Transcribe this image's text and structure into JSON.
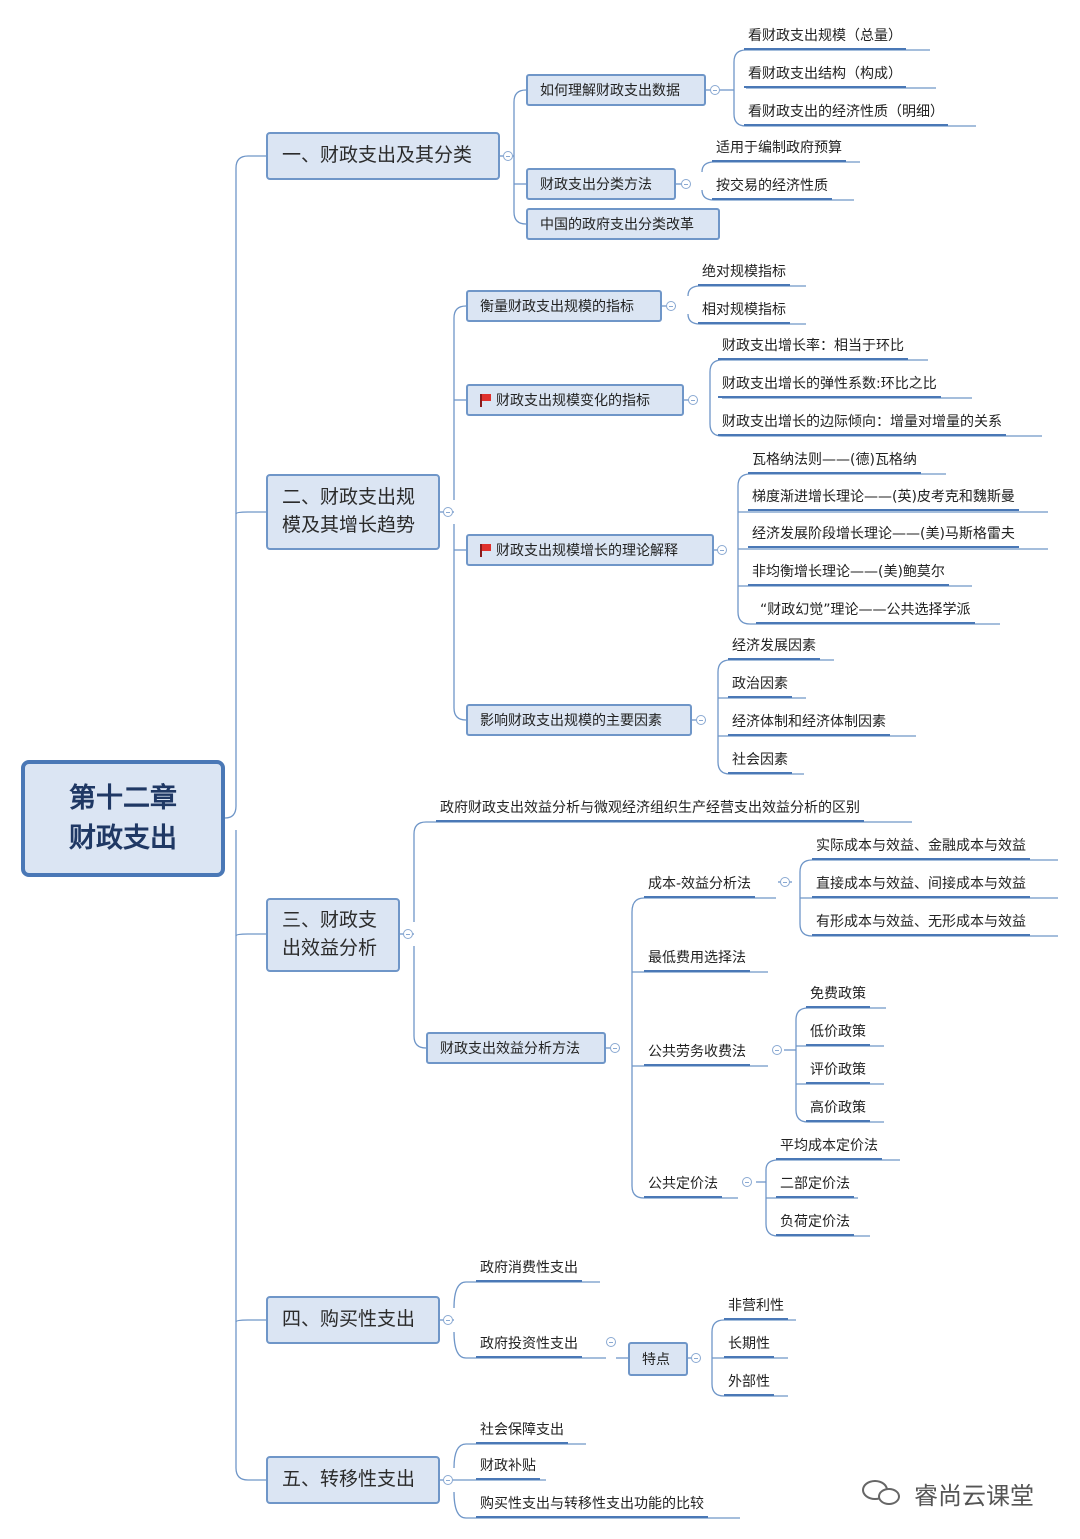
{
  "root": {
    "line1": "第十二章",
    "line2": "财政支出"
  },
  "s1": {
    "title": "一、财政支出及其分类",
    "a": {
      "label": "如何理解财政支出数据",
      "leaves": [
        "看财政支出规模（总量）",
        "看财政支出结构（构成）",
        "看财政支出的经济性质（明细）"
      ]
    },
    "b": {
      "label": "财政支出分类方法",
      "leaves": [
        "适用于编制政府预算",
        "按交易的经济性质"
      ]
    },
    "c": {
      "label": "中国的政府支出分类改革"
    }
  },
  "s2": {
    "title_line1": "二、财政支出规",
    "title_line2": "模及其增长趋势",
    "a": {
      "label": "衡量财政支出规模的指标",
      "leaves": [
        "绝对规模指标",
        "相对规模指标"
      ]
    },
    "b": {
      "label": "财政支出规模变化的指标",
      "leaves": [
        "财政支出增长率：相当于环比",
        "财政支出增长的弹性系数:环比之比",
        "财政支出增长的边际倾向：增量对增量的关系"
      ]
    },
    "c": {
      "label": "财政支出规模增长的理论解释",
      "leaves": [
        "瓦格纳法则——(德)瓦格纳",
        "梯度渐进增长理论——(英)皮考克和魏斯曼",
        "经济发展阶段增长理论——(美)马斯格雷夫",
        "非均衡增长理论——(美)鲍莫尔",
        "“财政幻觉”理论——公共选择学派"
      ]
    },
    "d": {
      "label": "影响财政支出规模的主要因素",
      "leaves": [
        "经济发展因素",
        "政治因素",
        "经济体制和经济体制因素",
        "社会因素"
      ]
    }
  },
  "s3": {
    "title_line1": "三、财政支",
    "title_line2": "出效益分析",
    "a": {
      "label": "政府财政支出效益分析与微观经济组织生产经营支出效益分析的区别"
    },
    "b": {
      "label": "财政支出效益分析方法",
      "m1": {
        "label": "成本-效益分析法",
        "leaves": [
          "实际成本与效益、金融成本与效益",
          "直接成本与效益、间接成本与效益",
          "有形成本与效益、无形成本与效益"
        ]
      },
      "m2": {
        "label": "最低费用选择法"
      },
      "m3": {
        "label": "公共劳务收费法",
        "leaves": [
          "免费政策",
          "低价政策",
          "评价政策",
          "高价政策"
        ]
      },
      "m4": {
        "label": "公共定价法",
        "leaves": [
          "平均成本定价法",
          "二部定价法",
          "负荷定价法"
        ]
      }
    }
  },
  "s4": {
    "title": "四、购买性支出",
    "a": {
      "label": "政府消费性支出"
    },
    "b": {
      "label": "政府投资性支出"
    },
    "feat": {
      "label": "特点",
      "leaves": [
        "非营利性",
        "长期性",
        "外部性"
      ]
    }
  },
  "s5": {
    "title": "五、转移性支出",
    "leaves": [
      "社会保障支出",
      "财政补贴",
      "购买性支出与转移性支出功能的比较"
    ]
  },
  "watermark": {
    "text": "睿尚云课堂",
    "icon": "wechat-icon"
  },
  "colors": {
    "node_fill": "#dbe5f3",
    "node_border": "#6f96c8",
    "root_border": "#4a78b6",
    "line": "#4a78b6",
    "flag": "#e0302c"
  }
}
